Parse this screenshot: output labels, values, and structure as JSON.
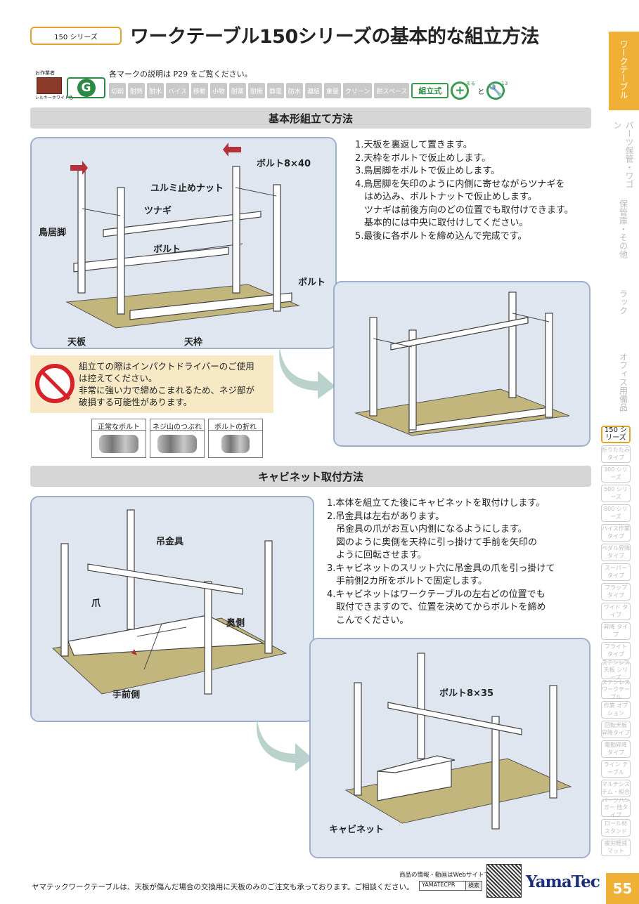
{
  "header": {
    "series_badge": "150 シリーズ",
    "title": "ワークテーブル150シリーズの基本的な組立方法"
  },
  "marks": {
    "note": "各マークの説明は P29 をご覧ください。",
    "brown_icon_top": "お作業者",
    "brown_icon_bottom": "シルキーホワイト色",
    "g_mark": "G",
    "items": [
      "切削",
      "耐熱",
      "耐水",
      "バイス",
      "移動",
      "小物",
      "耐薬",
      "耐衝",
      "静電",
      "防水",
      "連結",
      "重量",
      "クリーン",
      "耐スペース"
    ],
    "assembly_label": "組立式",
    "plus_symbol": "+",
    "plus_sub": "まる",
    "and_text": "と",
    "wrench_sub": "13"
  },
  "section1": {
    "title": "基本形組立て方法",
    "steps": [
      "1.天板を裏返して置きます。",
      "2.天枠をボルトで仮止めします。",
      "3.鳥居脚をボルトで仮止めします。",
      "4.鳥居脚を矢印のように内側に寄せながらツナギを",
      "　はめ込み、ボルトナットで仮止めします。",
      "　ツナギは前後方向のどの位置でも取付けできます。",
      "　基本的には中央に取付けしてください。",
      "5.最後に各ボルトを締め込んで完成です。"
    ],
    "labels": {
      "bolt_8x40": "ボルト8×40",
      "nut": "ユルミ止めナット",
      "tsunagi": "ツナギ",
      "torii": "鳥居脚",
      "bolt1": "ボルト",
      "bolt2": "ボルト",
      "tenban": "天板",
      "tenwaku": "天枠"
    },
    "warning": [
      "組立ての際はインパクトドライバーのご使用",
      "は控えてください。",
      "非常に強い力で締めこまれるため、ネジ部が",
      "破損する可能性があります。"
    ],
    "bolt_examples": [
      "正常なボルト",
      "ネジ山のつぶれ",
      "ボルトの折れ"
    ]
  },
  "section2": {
    "title": "キャビネット取付方法",
    "steps": [
      "1.本体を組立てた後にキャビネットを取付けします。",
      "2.吊金具は左右があります。",
      "　吊金具の爪がお互い内側になるようにします。",
      "　図のように奥側を天枠に引っ掛けて手前を矢印の",
      "　ように回転させます。",
      "3.キャビネットのスリット穴に吊金具の爪を引っ掛けて",
      "　手前側2カ所をボルトで固定します。",
      "4.キャビネットはワークテーブルの左右どの位置でも",
      "　取付できますので、位置を決めてからボルトを締め",
      "　こんでください。"
    ],
    "labels": {
      "tsuri": "吊金具",
      "tsume": "爪",
      "okugawa": "奥側",
      "temae": "手前側",
      "bolt_8x35": "ボルト8×35",
      "cabinet": "キャビネット"
    }
  },
  "sidebar": {
    "main_tabs": [
      "ワークテーブル",
      "パーツ保管・ワゴン",
      "保管庫・その他",
      "ラック",
      "オフィス用備品"
    ],
    "sub_tabs": [
      "150 シリーズ",
      "折りたたみ タイプ",
      "300 シリーズ",
      "500 シリーズ",
      "800 シリーズ",
      "バイス作業 タイプ",
      "ペダル昇降 タイプ",
      "スーパー タイプ",
      "フラップ タイプ",
      "ワイド タイプ",
      "昇降 タイプ",
      "フライト タイプ",
      "ステンレス天板 シリーズ",
      "ステンレス ワークテーブル",
      "作業 オプション",
      "回転天板 昇降タイプ",
      "電動昇降 タイプ",
      "ライン テーブル",
      "マルチシス テム・組合",
      "パーツハンガー 他タイプ",
      "ロール材 スタンド",
      "疲労軽減 マット"
    ]
  },
  "footer": {
    "note": "ヤマテックワークテーブルは、天板が傷んだ場合の交換用に天板のみのご注文も承っております。ご相談ください。",
    "web_note": "商品の情報・動画はWebサイトで!",
    "search_text": "YAMATECPR",
    "search_button": "検索",
    "logo": "YamaTec",
    "page_number": "55"
  }
}
